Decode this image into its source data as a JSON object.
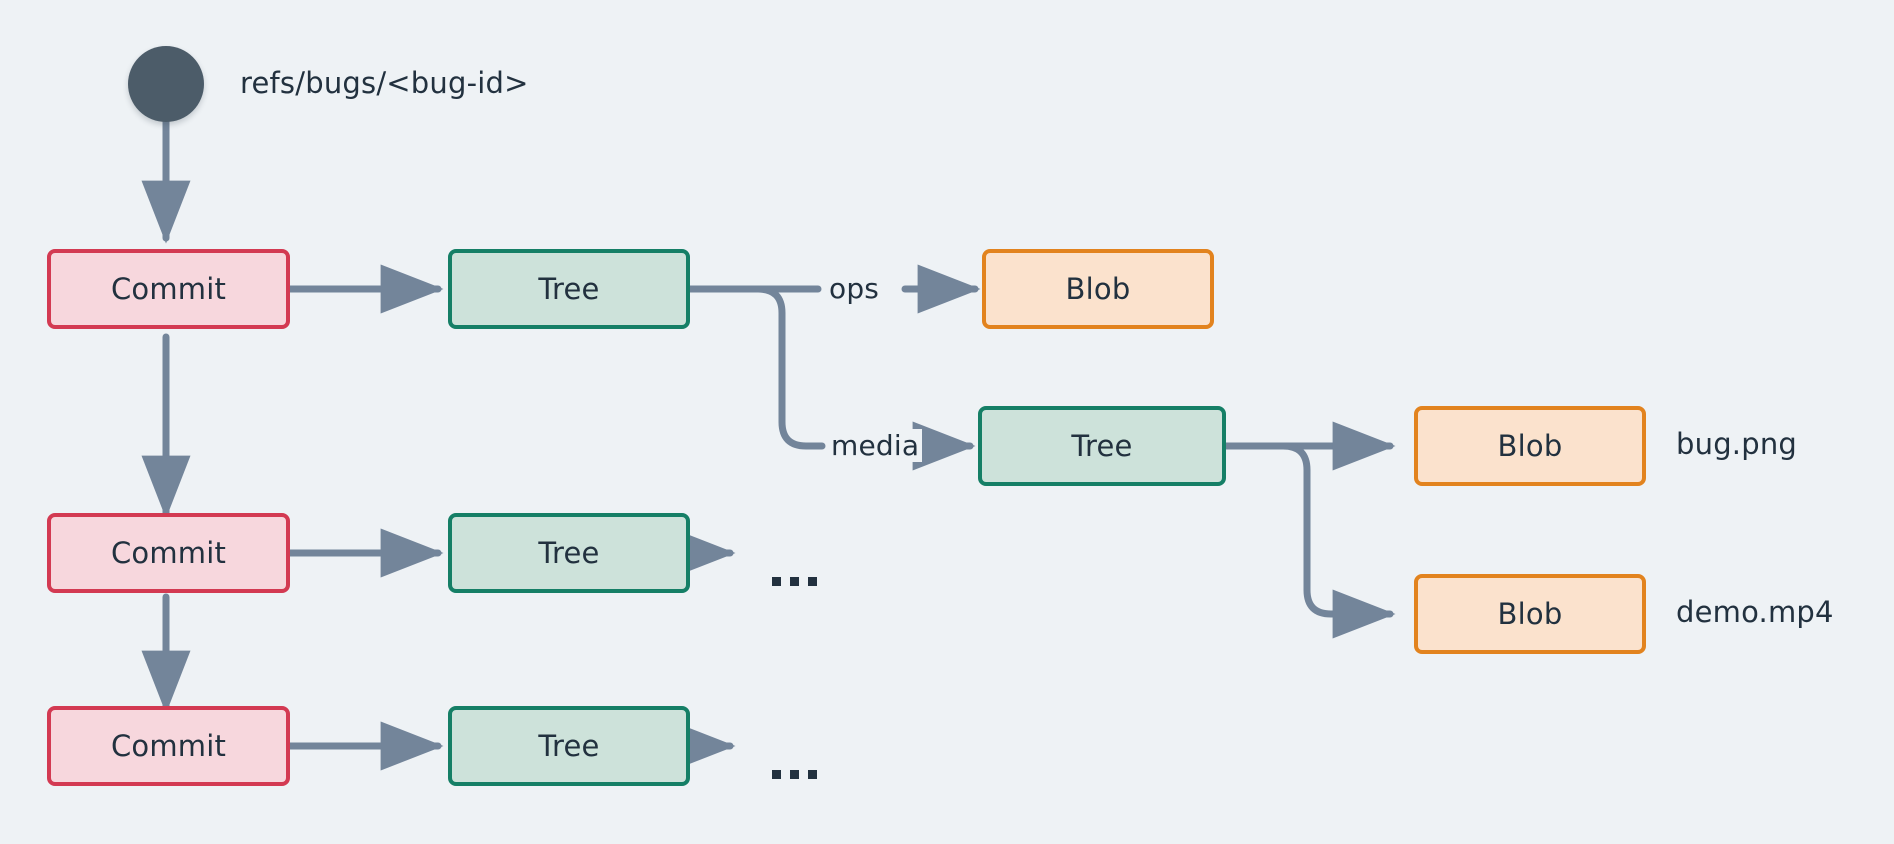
{
  "diagram": {
    "title": "git object graph for a bug branch",
    "background_color": "#eef2f5",
    "edge_color": "#73859a",
    "ref": {
      "dot_name": "ref-dot",
      "label": "refs/bugs/<bug-id>"
    },
    "palette": {
      "commit_fill": "#f7d7dd",
      "commit_border": "#d33a52",
      "tree_fill": "#cde2da",
      "tree_border": "#157f66",
      "blob_fill": "#fbe2cd",
      "blob_border": "#e2831e",
      "text": "#22313f",
      "ref_dot": "#4c5c69"
    },
    "nodes": {
      "commit_1": "Commit",
      "commit_2": "Commit",
      "commit_3": "Commit",
      "tree_1": "Tree",
      "tree_2": "Tree",
      "tree_3": "Tree",
      "tree_media": "Tree",
      "blob_ops": "Blob",
      "blob_bug_png": "Blob",
      "blob_demo_mp4": "Blob"
    },
    "edge_labels": {
      "ops": "ops",
      "media": "media"
    },
    "file_labels": {
      "bug_png": "bug.png",
      "demo_mp4": "demo.mp4"
    },
    "ellipsis": {
      "row2": "...",
      "row3": "..."
    }
  }
}
